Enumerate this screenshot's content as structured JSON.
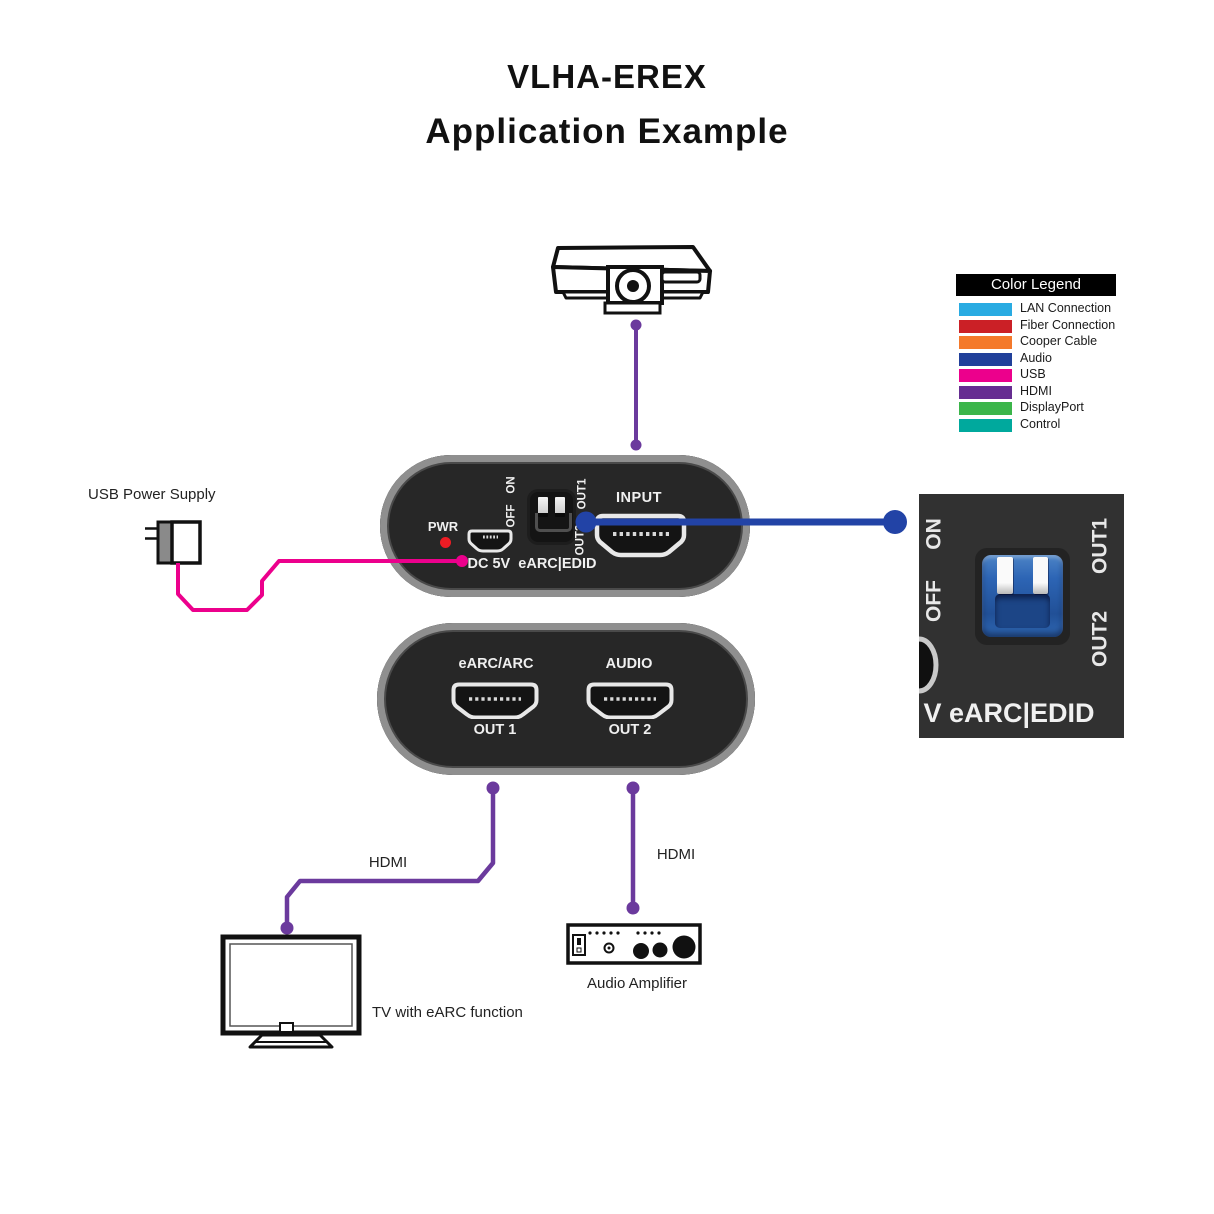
{
  "title": "VLHA-EREX",
  "subtitle": "Application Example",
  "legend": {
    "title": "Color Legend",
    "items": [
      {
        "label": "LAN Connection",
        "color": "#29ABE2"
      },
      {
        "label": "Fiber Connection",
        "color": "#CB2026"
      },
      {
        "label": "Cooper Cable",
        "color": "#F4792B"
      },
      {
        "label": "Audio",
        "color": "#21409A"
      },
      {
        "label": "USB",
        "color": "#EC008C"
      },
      {
        "label": "HDMI",
        "color": "#662D91"
      },
      {
        "label": "DisplayPort",
        "color": "#3BB54A"
      },
      {
        "label": "Control",
        "color": "#00A99D"
      }
    ]
  },
  "colors": {
    "hdmi-line": "#6B3A9D",
    "usb-line": "#EC008C",
    "callout-line": "#2243A6",
    "led": "#ED1C24"
  },
  "top_device": {
    "pwr": "PWR",
    "input": "INPUT",
    "dc_label": "DC 5V  eARC|EDID",
    "on": "ON",
    "off": "OFF",
    "out1": "OUT1",
    "out2": "OUT2"
  },
  "bottom_device": {
    "earc_arc": "eARC/ARC",
    "audio": "AUDIO",
    "out1": "OUT 1",
    "out2": "OUT 2"
  },
  "zoom_panel": {
    "on": "ON",
    "off": "OFF",
    "out1": "OUT1",
    "out2": "OUT2",
    "bottom_label": "V eARC|EDID"
  },
  "labels": {
    "usb_power": "USB Power Supply",
    "hdmi_tv": "HDMI",
    "hdmi_amp": "HDMI",
    "tv": "TV with eARC function",
    "amplifier": "Audio Amplifier"
  },
  "icons": {
    "projector": "projector-icon",
    "usb_adapter": "usb-power-adapter-icon",
    "tv": "tv-icon",
    "amplifier": "audio-amplifier-icon",
    "hdmi_port": "hdmi-port-icon",
    "micro_usb": "micro-usb-port-icon",
    "dip_switch": "dip-switch-icon",
    "led": "power-led-icon"
  }
}
